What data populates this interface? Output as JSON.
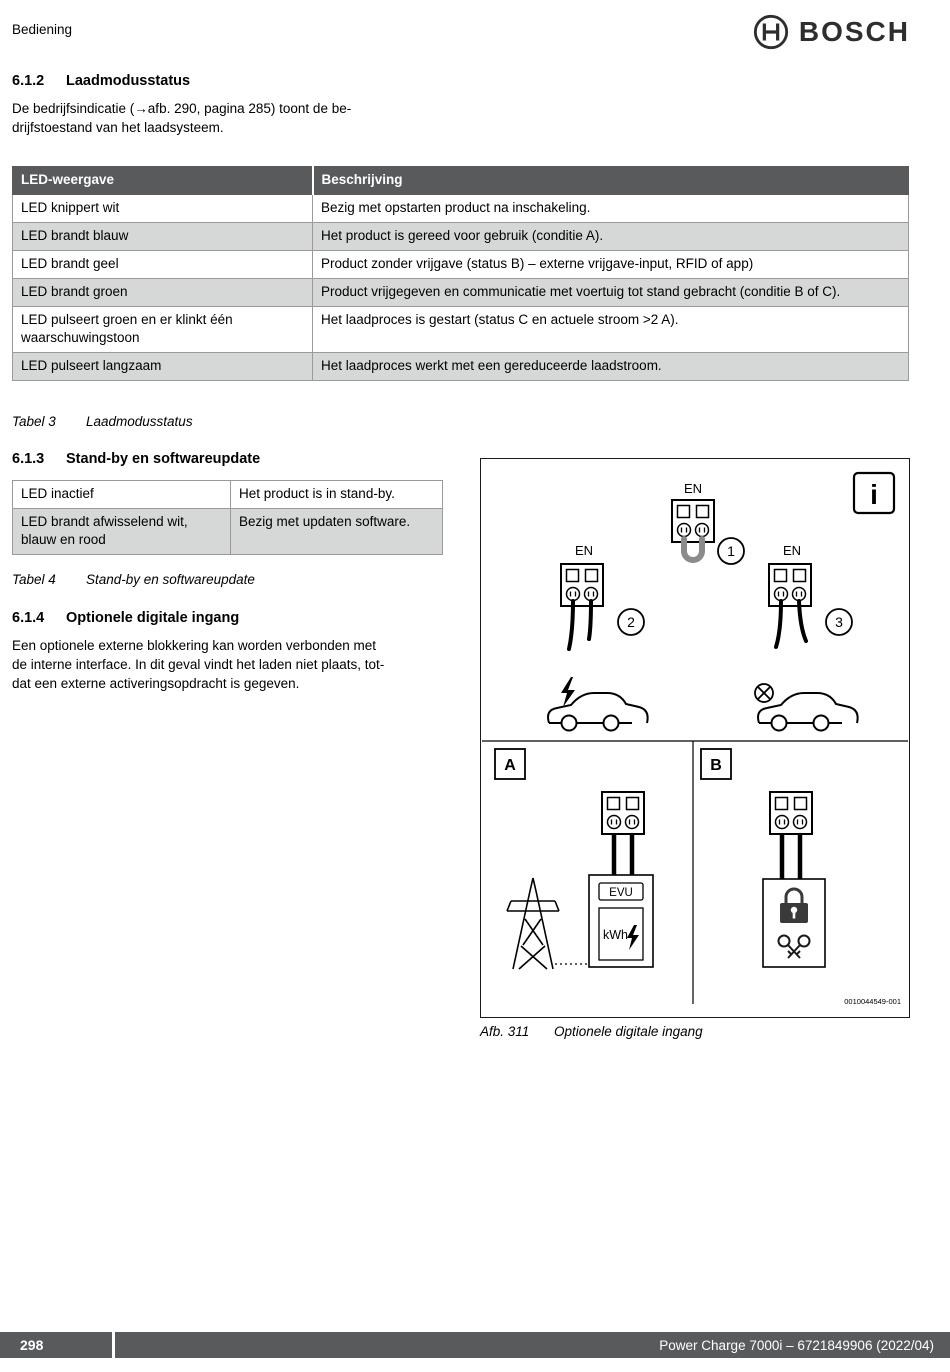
{
  "header": {
    "title": "Bediening",
    "brand": "BOSCH"
  },
  "s612": {
    "num": "6.1.2",
    "title": "Laadmodusstatus",
    "body": "De bedrijfsindicatie (→afb. 290, pagina 285) toont de be-\ndrijfstoestand van het laadsysteem."
  },
  "table3": {
    "col1": "LED-weergave",
    "col2": "Beschrijving",
    "rows": [
      {
        "led": "LED knippert wit",
        "desc": "Bezig met opstarten product na inschakeling."
      },
      {
        "led": "LED brandt blauw",
        "desc": "Het product is gereed voor gebruik (conditie A)."
      },
      {
        "led": "LED brandt geel",
        "desc": "Product zonder vrijgave (status B) – externe vrijgave-input, RFID of app)"
      },
      {
        "led": "LED brandt groen",
        "desc": "Product vrijgegeven en communicatie met voertuig tot stand gebracht (conditie B of C)."
      },
      {
        "led": "LED pulseert groen en er klinkt één waarschuwingstoon",
        "desc": "Het laadproces is gestart (status C en actuele stroom >2 A)."
      },
      {
        "led": "LED pulseert langzaam",
        "desc": "Het laadproces werkt met een gereduceerde laadstroom."
      }
    ],
    "caption_label": "Tabel 3",
    "caption_text": "Laadmodusstatus"
  },
  "s613": {
    "num": "6.1.3",
    "title": "Stand-by en softwareupdate"
  },
  "table4": {
    "rows": [
      {
        "led": "LED inactief",
        "desc": "Het product is in stand-by."
      },
      {
        "led": "LED brandt afwisselend wit, blauw en rood",
        "desc": "Bezig met updaten software."
      }
    ],
    "caption_label": "Tabel 4",
    "caption_text": "Stand-by en softwareupdate"
  },
  "s614": {
    "num": "6.1.4",
    "title": "Optionele digitale ingang",
    "body": "Een optionele externe blokkering kan worden verbonden met\nde interne interface. In dit geval vindt het laden niet plaats, tot-\ndat een externe activeringsopdracht is gegeven."
  },
  "figure": {
    "en_top": "EN",
    "en_left": "EN",
    "en_right": "EN",
    "num1": "1",
    "num2": "2",
    "num3": "3",
    "label_a": "A",
    "label_b": "B",
    "evu": "EVU",
    "kwh": "kWh",
    "info": "i",
    "code": "0010044549-001",
    "caption_label": "Afb. 311",
    "caption_text": "Optionele digitale ingang"
  },
  "footer": {
    "page_number": "298",
    "doc_info": "Power Charge 7000i – 6721849906 (2022/04)"
  }
}
